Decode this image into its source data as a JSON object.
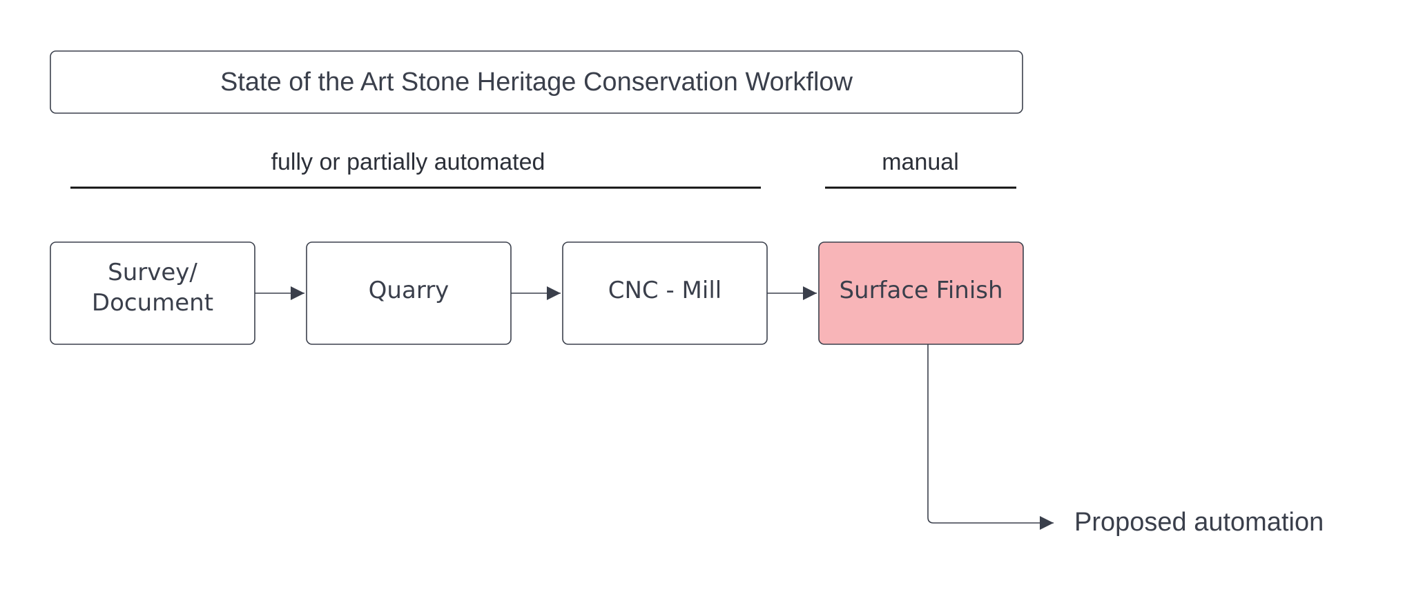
{
  "diagram": {
    "title": "State of the Art Stone Heritage Conservation Workflow",
    "groups": {
      "automated_label": "fully or partially automated",
      "manual_label": "manual"
    },
    "steps": [
      {
        "line1": "Survey/",
        "line2": "Document",
        "highlighted": false
      },
      {
        "line1": "Quarry",
        "line2": "",
        "highlighted": false
      },
      {
        "line1": "CNC - Mill",
        "line2": "",
        "highlighted": false
      },
      {
        "line1": "Surface Finish",
        "line2": "",
        "highlighted": true
      }
    ],
    "branch_label": "Proposed automation",
    "colors": {
      "stroke": "#3a3f4b",
      "highlight_fill": "#f8b5b8",
      "rule": "#111111"
    }
  }
}
